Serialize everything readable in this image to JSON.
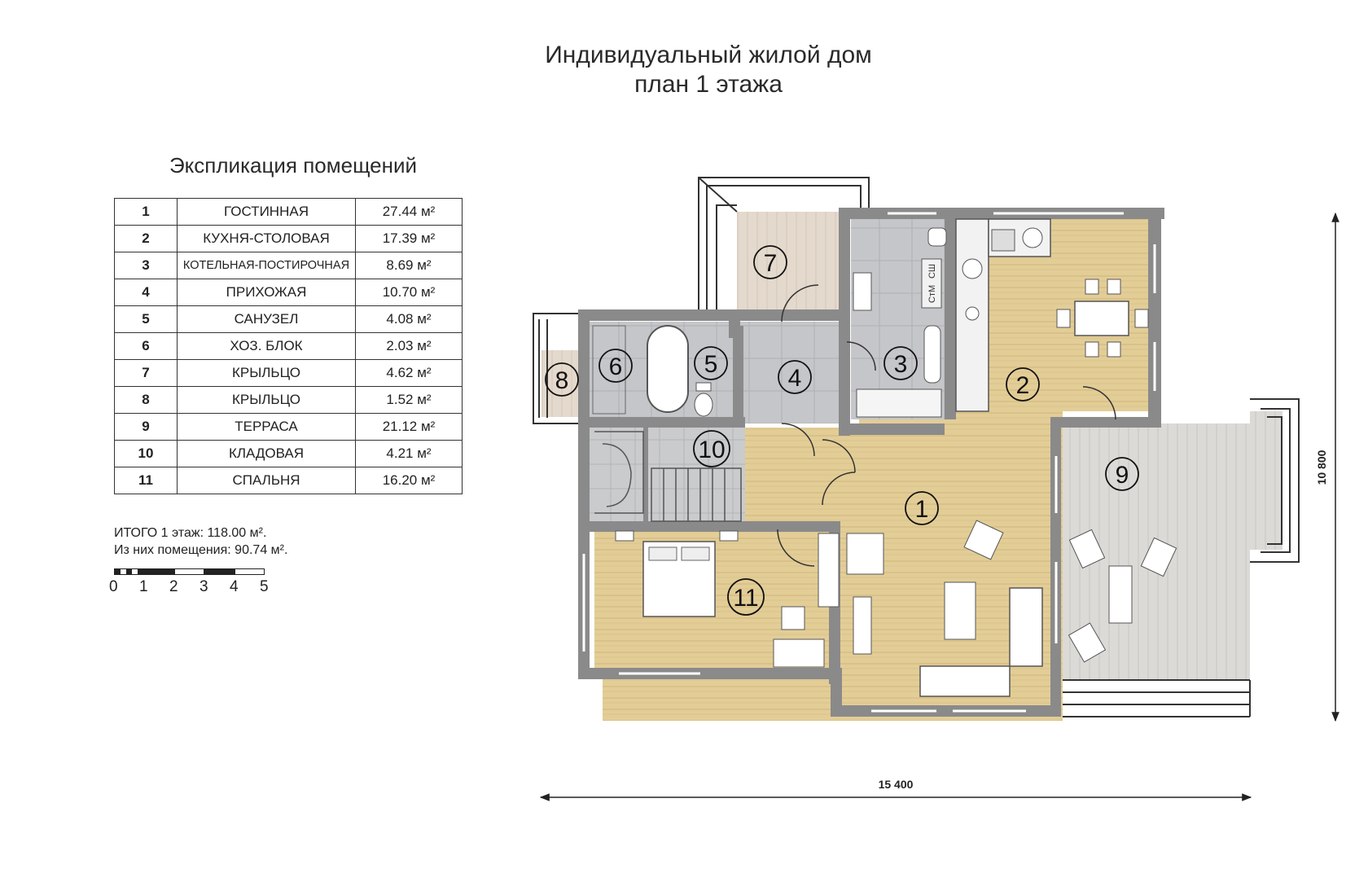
{
  "header": {
    "title_line1": "Индивидуальный жилой дом",
    "title_line2": "план 1 этажа"
  },
  "explication": {
    "title": "Экспликация помещений",
    "rows": [
      {
        "num": "1",
        "name": "ГОСТИННАЯ",
        "area": "27.44 м²"
      },
      {
        "num": "2",
        "name": "КУХНЯ-СТОЛОВАЯ",
        "area": "17.39 м²"
      },
      {
        "num": "3",
        "name": "КОТЕЛЬНАЯ-ПОСТИРОЧНАЯ",
        "area": "8.69 м²"
      },
      {
        "num": "4",
        "name": "ПРИХОЖАЯ",
        "area": "10.70 м²"
      },
      {
        "num": "5",
        "name": "САНУЗЕЛ",
        "area": "4.08 м²"
      },
      {
        "num": "6",
        "name": "ХОЗ. БЛОК",
        "area": "2.03 м²"
      },
      {
        "num": "7",
        "name": "КРЫЛЬЦО",
        "area": "4.62 м²"
      },
      {
        "num": "8",
        "name": "КРЫЛЬЦО",
        "area": "1.52 м²"
      },
      {
        "num": "9",
        "name": "ТЕРРАСА",
        "area": "21.12 м²"
      },
      {
        "num": "10",
        "name": "КЛАДОВАЯ",
        "area": "4.21 м²"
      },
      {
        "num": "11",
        "name": "СПАЛЬНЯ",
        "area": "16.20 м²"
      }
    ],
    "total_line1": "ИТОГО 1 этаж: 118.00 м².",
    "total_line2": "Из них помещения: 90.74 м²."
  },
  "scale_bar": {
    "labels": [
      "0",
      "1",
      "2",
      "3",
      "4",
      "5"
    ]
  },
  "plan": {
    "room_numbers": [
      "1",
      "2",
      "3",
      "4",
      "5",
      "6",
      "7",
      "8",
      "9",
      "10",
      "11"
    ],
    "appliance_labels": [
      "СШ",
      "СтМ"
    ],
    "dim_width": "15 400",
    "dim_height": "10 800"
  },
  "colors": {
    "wall": "#8a8a8a",
    "wood_floor": "#e3cd97",
    "tile_floor": "#c4c6c9",
    "porch_floor": "#e4d9cd",
    "terrace_floor": "#dcdad7",
    "stair_floor": "#c9cbcd"
  }
}
